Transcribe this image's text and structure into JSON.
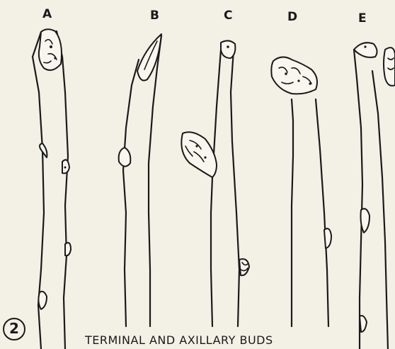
{
  "figure": {
    "number": "2",
    "caption": "TERMINAL AND AXILLARY BUDS",
    "labels": [
      "A",
      "B",
      "C",
      "D",
      "E"
    ]
  }
}
